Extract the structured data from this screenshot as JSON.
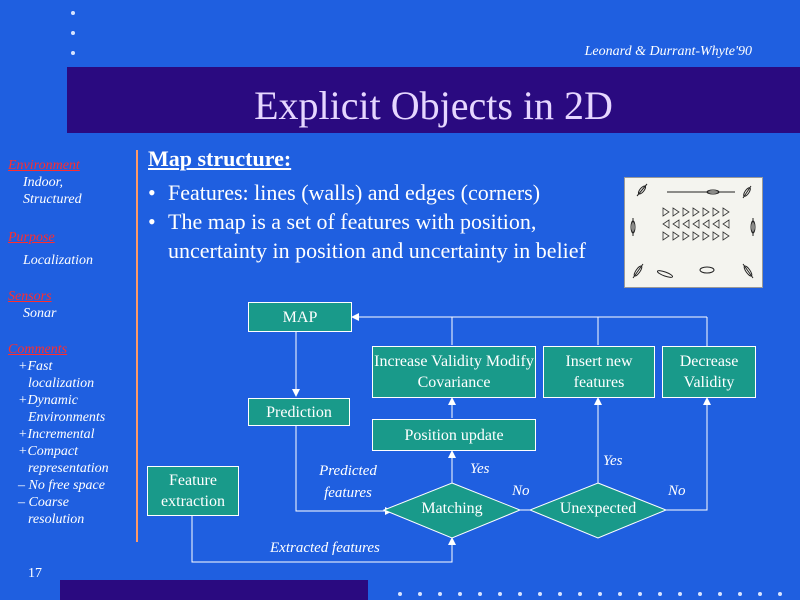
{
  "header": {
    "title": "Explicit Objects in 2D",
    "citation": "Leonard & Durrant-Whyte'90"
  },
  "sidebar": [
    {
      "heading": "Environment",
      "text": [
        "Indoor,",
        "Structured"
      ]
    },
    {
      "heading": "Purpose",
      "text": [
        "Localization"
      ]
    },
    {
      "heading": "Sensors",
      "text": [
        "Sonar"
      ]
    },
    {
      "heading": "Comments",
      "text": [
        "+Fast",
        "localization",
        "+Dynamic",
        "Environments",
        "+Incremental",
        "+Compact",
        "representation",
        "– No free space",
        "– Coarse",
        "resolution"
      ]
    }
  ],
  "main": {
    "subtitle": "Map structure:",
    "bullet1": "Features: lines (walls) and edges (corners)",
    "bullet2": "The map is a set of features with position, uncertainty in position and uncertainty in belief",
    "bullet_char": "•"
  },
  "diagram": {
    "map": "MAP",
    "increase": "Increase Validity Modify Covariance",
    "insert": "Insert new features",
    "decrease": "Decrease Validity",
    "prediction": "Prediction",
    "position_update": "Position update",
    "feature_extraction": "Feature extraction",
    "matching": "Matching",
    "unexpected": "Unexpected",
    "predicted_features": "Predicted features",
    "extracted_features": "Extracted features",
    "yes1": "Yes",
    "yes2": "Yes",
    "no1": "No",
    "no2": "No"
  },
  "footer": {
    "page_number": "17"
  },
  "colors": {
    "background": "#1f5fe0",
    "title_bar": "#2a0a80",
    "box": "#199a8a",
    "sidebar_heading": "#ff2d2d"
  }
}
